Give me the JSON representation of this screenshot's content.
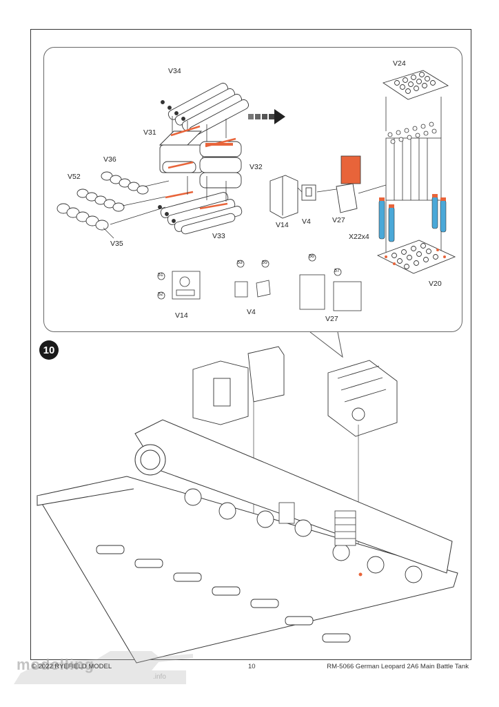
{
  "step": {
    "number": "10"
  },
  "detail": {
    "labels": {
      "v34": "V34",
      "v31": "V31",
      "v36": "V36",
      "v32": "V32",
      "v52": "V52",
      "v33": "V33",
      "v35": "V35",
      "v24": "V24",
      "v14": "V14",
      "v4": "V4",
      "v27": "V27",
      "x22": "X22x4",
      "v20": "V20",
      "v14_pe": "V14",
      "v4_pe": "V4",
      "v27_pe": "V27"
    },
    "pe_numbers": {
      "p51": "51",
      "p52": "52",
      "p53": "53",
      "p55": "55",
      "p56": "56",
      "p57": "57"
    }
  },
  "footer": {
    "copyright": "© 2022 RYEFIELD MODEL",
    "page": "10",
    "title": "RM-5066 German Leopard 2A6 Main Battle Tank"
  },
  "watermark": {
    "text": "modelling",
    "sub": ".info"
  },
  "colors": {
    "orange": "#e8643a",
    "blue": "#4aa8d8",
    "line": "#333333"
  }
}
